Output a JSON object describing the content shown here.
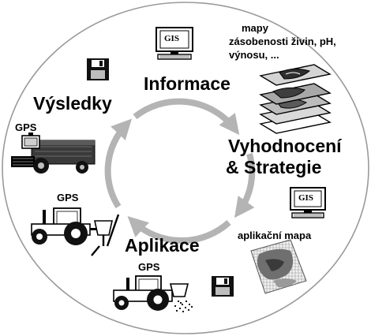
{
  "diagram": {
    "stages": {
      "informace": "Informace",
      "vyhodnoceni_line1": "Vyhodnocení",
      "vyhodnoceni_line2": "& Strategie",
      "aplikace": "Aplikace",
      "vysledky": "Výsledky"
    },
    "notes": {
      "maps_line1": "mapy",
      "maps_line2": "zásobenosti živin, pH,",
      "maps_line3": "výnosu, ...",
      "application_map": "aplikační mapa"
    },
    "gps_labels": [
      "GPS",
      "GPS",
      "GPS"
    ],
    "gis_labels": [
      "GIS",
      "GIS"
    ],
    "colors": {
      "cycle_arrows": "#b4b4b4",
      "outer_circle": "#9a9a9a",
      "text": "#000000"
    },
    "icons": [
      "computer-gis-icon",
      "floppy-disk-icon",
      "map-layers-icon",
      "application-map-icon",
      "combine-harvester-icon",
      "tractor-sprayer-icon",
      "tractor-spreader-icon"
    ]
  }
}
